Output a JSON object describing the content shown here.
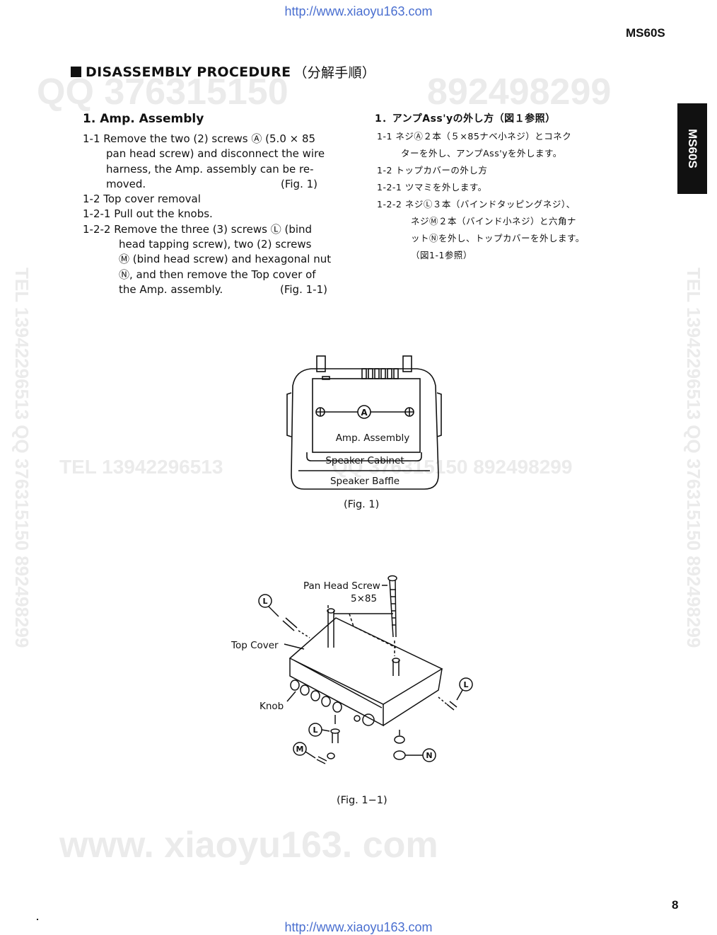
{
  "header": {
    "url_top": "http://www.xiaoyu163.com",
    "model": "MS60S",
    "side_tab": "MS60S"
  },
  "watermarks": {
    "qq": "QQ 376315150",
    "num": "892498299",
    "tel_mid": "TEL 13942296513",
    "mid_rest": "QQ 376315150 892498299",
    "vertical": "TEL 13942296513 QQ 376315150 892498299",
    "site": "www. xiaoyu163. com"
  },
  "title": {
    "main": "DISASSEMBLY PROCEDURE",
    "jp": "（分解手順）"
  },
  "english": {
    "section": "1. Amp. Assembly",
    "l1": "1-1 Remove the two (2) screws Ⓐ (5.0 × 85",
    "l2": "pan head screw) and disconnect the wire",
    "l3": "harness, the Amp. assembly can be re-",
    "l4": "moved.",
    "l4_ref": "(Fig. 1)",
    "l5": "1-2 Top cover removal",
    "l6": "1-2-1 Pull out the knobs.",
    "l7": "1-2-2 Remove the three (3) screws Ⓛ (bind",
    "l8": "head tapping screw), two (2) screws",
    "l9": "Ⓜ (bind head screw) and hexagonal nut",
    "l10": "Ⓝ, and then remove the Top cover of",
    "l11": "the Amp. assembly.",
    "l11_ref": "(Fig. 1-1)"
  },
  "japanese": {
    "section": "1．アンプAss'yの外し方（図１参照）",
    "l1": "1-1  ネジⒶ２本（５×85ナベ小ネジ）とコネク",
    "l2": "ターを外し、アンプAss'yを外します。",
    "l3": "1-2  トップカバーの外し方",
    "l4": "1-2-1  ツマミを外します。",
    "l5": "1-2-2  ネジⓁ３本（バインドタッピングネジ）、",
    "l6": "ネジⓂ２本（バインド小ネジ）と六角ナ",
    "l7": "ットⓃを外し、トップカバーを外します。",
    "l8": "（図1-1参照）"
  },
  "fig1": {
    "marker_a": "A",
    "amp_label": "Amp. Assembly",
    "cabinet_label": "Speaker Cabinet",
    "baffle_label": "Speaker Baffle",
    "caption": "(Fig. 1)"
  },
  "fig11": {
    "pan_head": "Pan Head Screw",
    "size": "5×85",
    "top_cover": "Top Cover",
    "knob": "Knob",
    "marker_l": "L",
    "marker_m": "M",
    "marker_n": "N",
    "caption": "(Fig. 1−1)"
  },
  "footer": {
    "page_number": "8",
    "url_bottom": "http://www.xiaoyu163.com"
  }
}
